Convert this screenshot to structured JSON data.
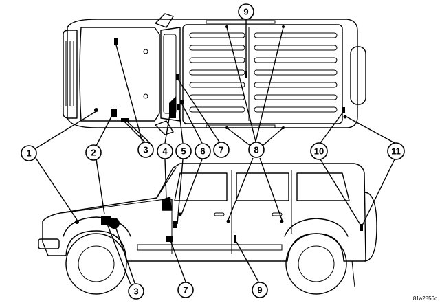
{
  "figure_code": "81a2856c",
  "callouts": [
    {
      "id": "c1",
      "label": "1"
    },
    {
      "id": "c2",
      "label": "2"
    },
    {
      "id": "c3",
      "label": "3"
    },
    {
      "id": "c4",
      "label": "4"
    },
    {
      "id": "c5",
      "label": "5"
    },
    {
      "id": "c6",
      "label": "6"
    },
    {
      "id": "c7",
      "label": "7"
    },
    {
      "id": "c8",
      "label": "8"
    },
    {
      "id": "c9",
      "label": "9"
    },
    {
      "id": "c10",
      "label": "10"
    },
    {
      "id": "c11",
      "label": "11"
    },
    {
      "id": "c3b",
      "label": "3"
    },
    {
      "id": "c7b",
      "label": "7"
    },
    {
      "id": "c9b",
      "label": "9"
    }
  ]
}
